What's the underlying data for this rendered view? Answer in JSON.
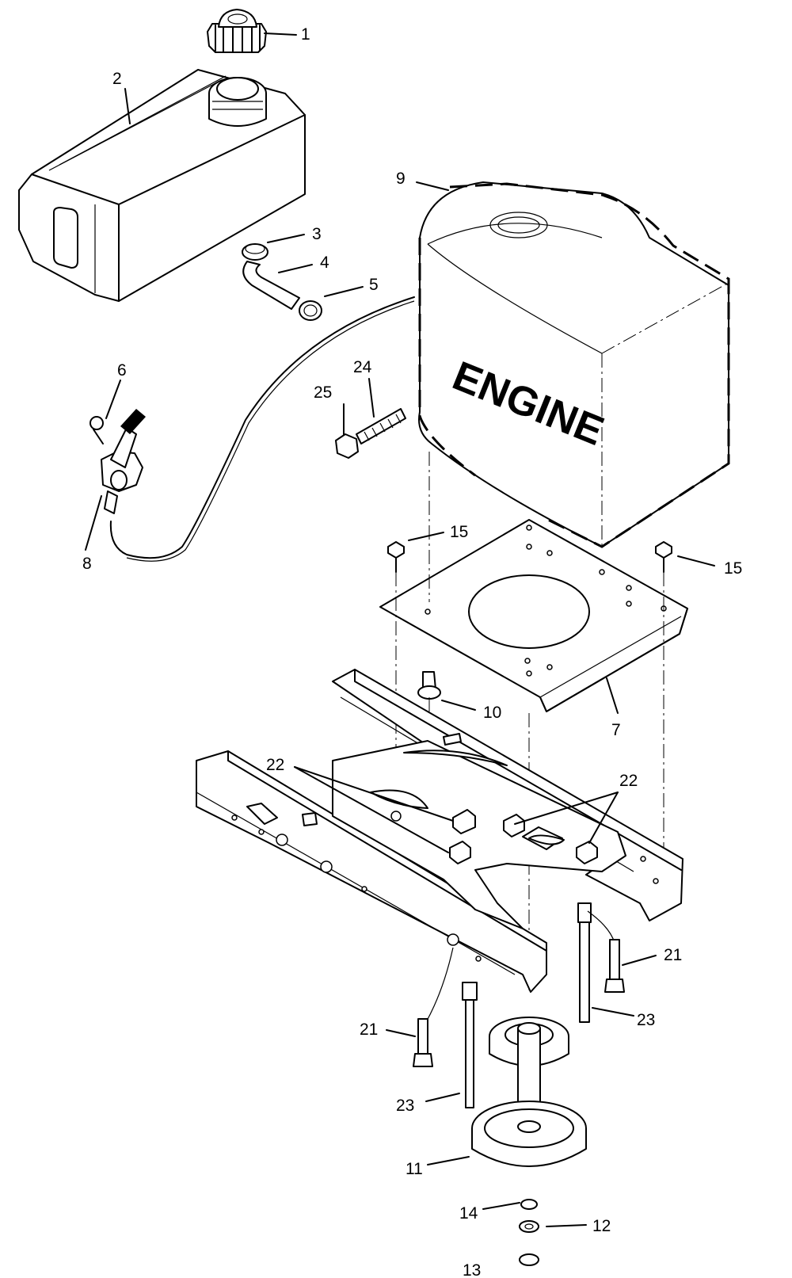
{
  "engine_label": "ENGINE",
  "callouts": [
    {
      "id": "c1",
      "text": "1"
    },
    {
      "id": "c2",
      "text": "2"
    },
    {
      "id": "c3",
      "text": "3"
    },
    {
      "id": "c4",
      "text": "4"
    },
    {
      "id": "c5",
      "text": "5"
    },
    {
      "id": "c6",
      "text": "6"
    },
    {
      "id": "c7",
      "text": "7"
    },
    {
      "id": "c8",
      "text": "8"
    },
    {
      "id": "c9",
      "text": "9"
    },
    {
      "id": "c10",
      "text": "10"
    },
    {
      "id": "c11",
      "text": "11"
    },
    {
      "id": "c12",
      "text": "12"
    },
    {
      "id": "c13",
      "text": "13"
    },
    {
      "id": "c14",
      "text": "14"
    },
    {
      "id": "c15a",
      "text": "15"
    },
    {
      "id": "c15b",
      "text": "15"
    },
    {
      "id": "c21a",
      "text": "21"
    },
    {
      "id": "c21b",
      "text": "21"
    },
    {
      "id": "c22a",
      "text": "22"
    },
    {
      "id": "c22b",
      "text": "22"
    },
    {
      "id": "c23a",
      "text": "23"
    },
    {
      "id": "c23b",
      "text": "23"
    },
    {
      "id": "c24",
      "text": "24"
    },
    {
      "id": "c25",
      "text": "25"
    }
  ]
}
